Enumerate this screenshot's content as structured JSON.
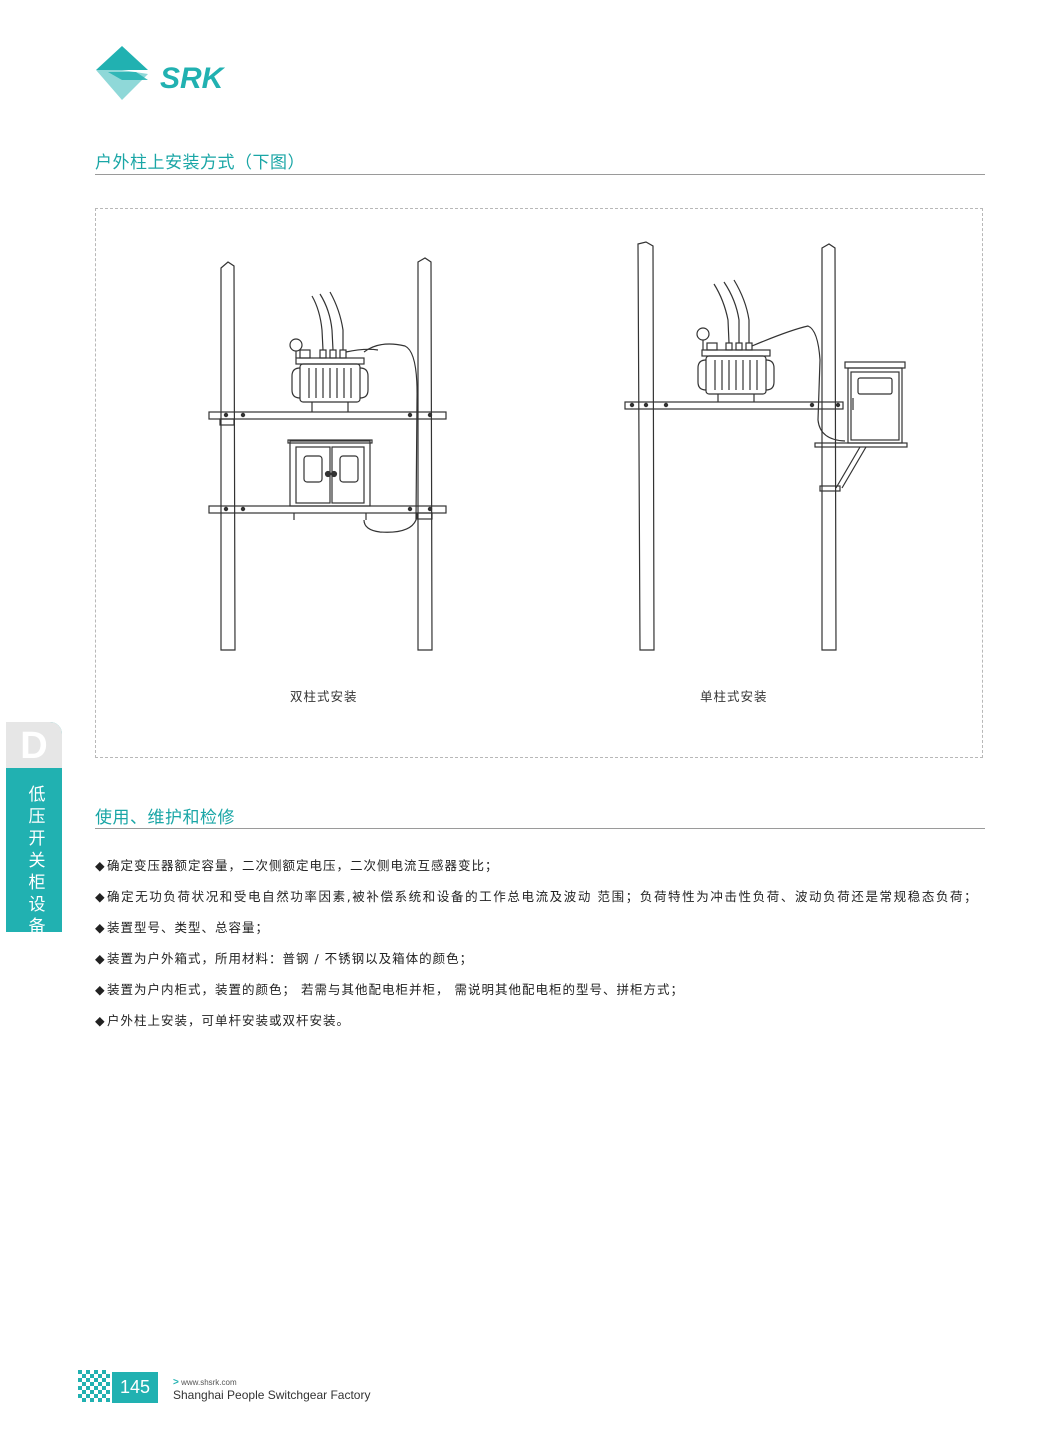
{
  "brand": {
    "name": "SRK",
    "colors": {
      "accent": "#21b1b1",
      "accent_light": "#8fd8d8"
    }
  },
  "section1": {
    "title": "户外柱上安装方式（下图）"
  },
  "figure": {
    "left_caption": "双柱式安装",
    "right_caption": "单柱式安装"
  },
  "section2": {
    "title": "使用、维护和检修",
    "bullet_symbol": "◆",
    "items": [
      "确定变压器额定容量，二次侧额定电压，二次侧电流互感器变比；",
      "确定无功负荷状况和受电自然功率因素,被补偿系统和设备的工作总电流及波动 范围；负荷特性为冲击性负荷、波动负荷还是常规稳态负荷；",
      "装置型号、类型、总容量；",
      "装置为户外箱式，所用材料：普钢 / 不锈钢以及箱体的颜色；",
      "装置为户内柜式，装置的颜色； 若需与其他配电柜并柜， 需说明其他配电柜的型号、拼柜方式；",
      "户外柱上安装，可单杆安装或双杆安装。"
    ]
  },
  "side_tab": {
    "letter": "D",
    "text": "低压开关柜设备"
  },
  "footer": {
    "page_number": "145",
    "url_arrow": ">",
    "url": "www.shsrk.com",
    "company": "Shanghai People Switchgear Factory"
  }
}
